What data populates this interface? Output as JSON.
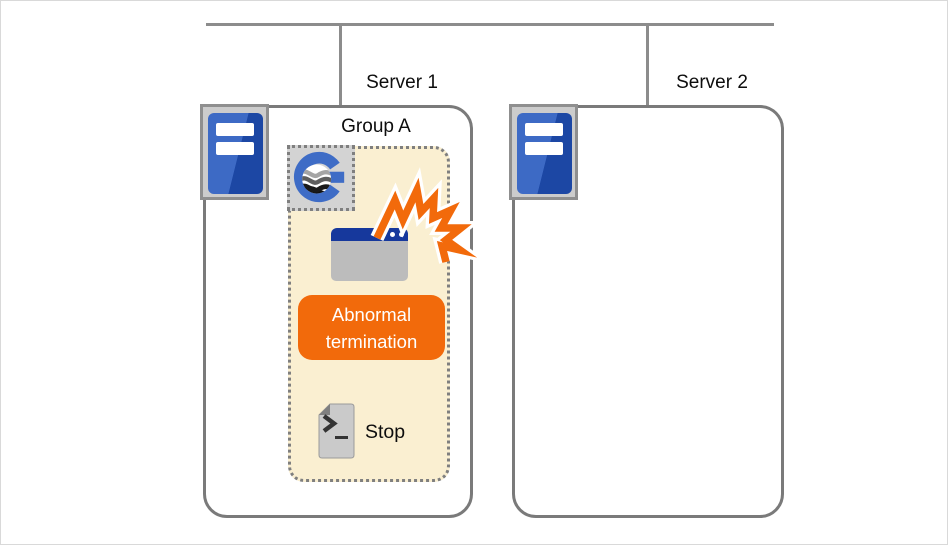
{
  "diagram_title": "cluster-failover-abnormal-termination",
  "network": {
    "bus": "interconnect",
    "drops": 2
  },
  "servers": [
    {
      "label": "Server 1"
    },
    {
      "label": "Server 2"
    }
  ],
  "group": {
    "label": "Group A",
    "logo_icon": "cluster-logo-icon"
  },
  "events": {
    "badge_text": "Abnormal termination",
    "stop_label": "Stop"
  },
  "colors": {
    "accent_orange": "#f26a0b",
    "group_fill_cream": "#faefd1",
    "line_gray": "#8c8c8c",
    "box_border_gray": "#7a7a7a",
    "window_titlebar_blue": "#16389c",
    "window_body_gray": "#bcbcbc",
    "server_blue_light": "#3d6ac5",
    "server_blue_dark": "#1c47a4",
    "logo_blue": "#3e6cc6",
    "icon_frame_gray": "#cccccc",
    "document_gray": "#cacaca"
  }
}
